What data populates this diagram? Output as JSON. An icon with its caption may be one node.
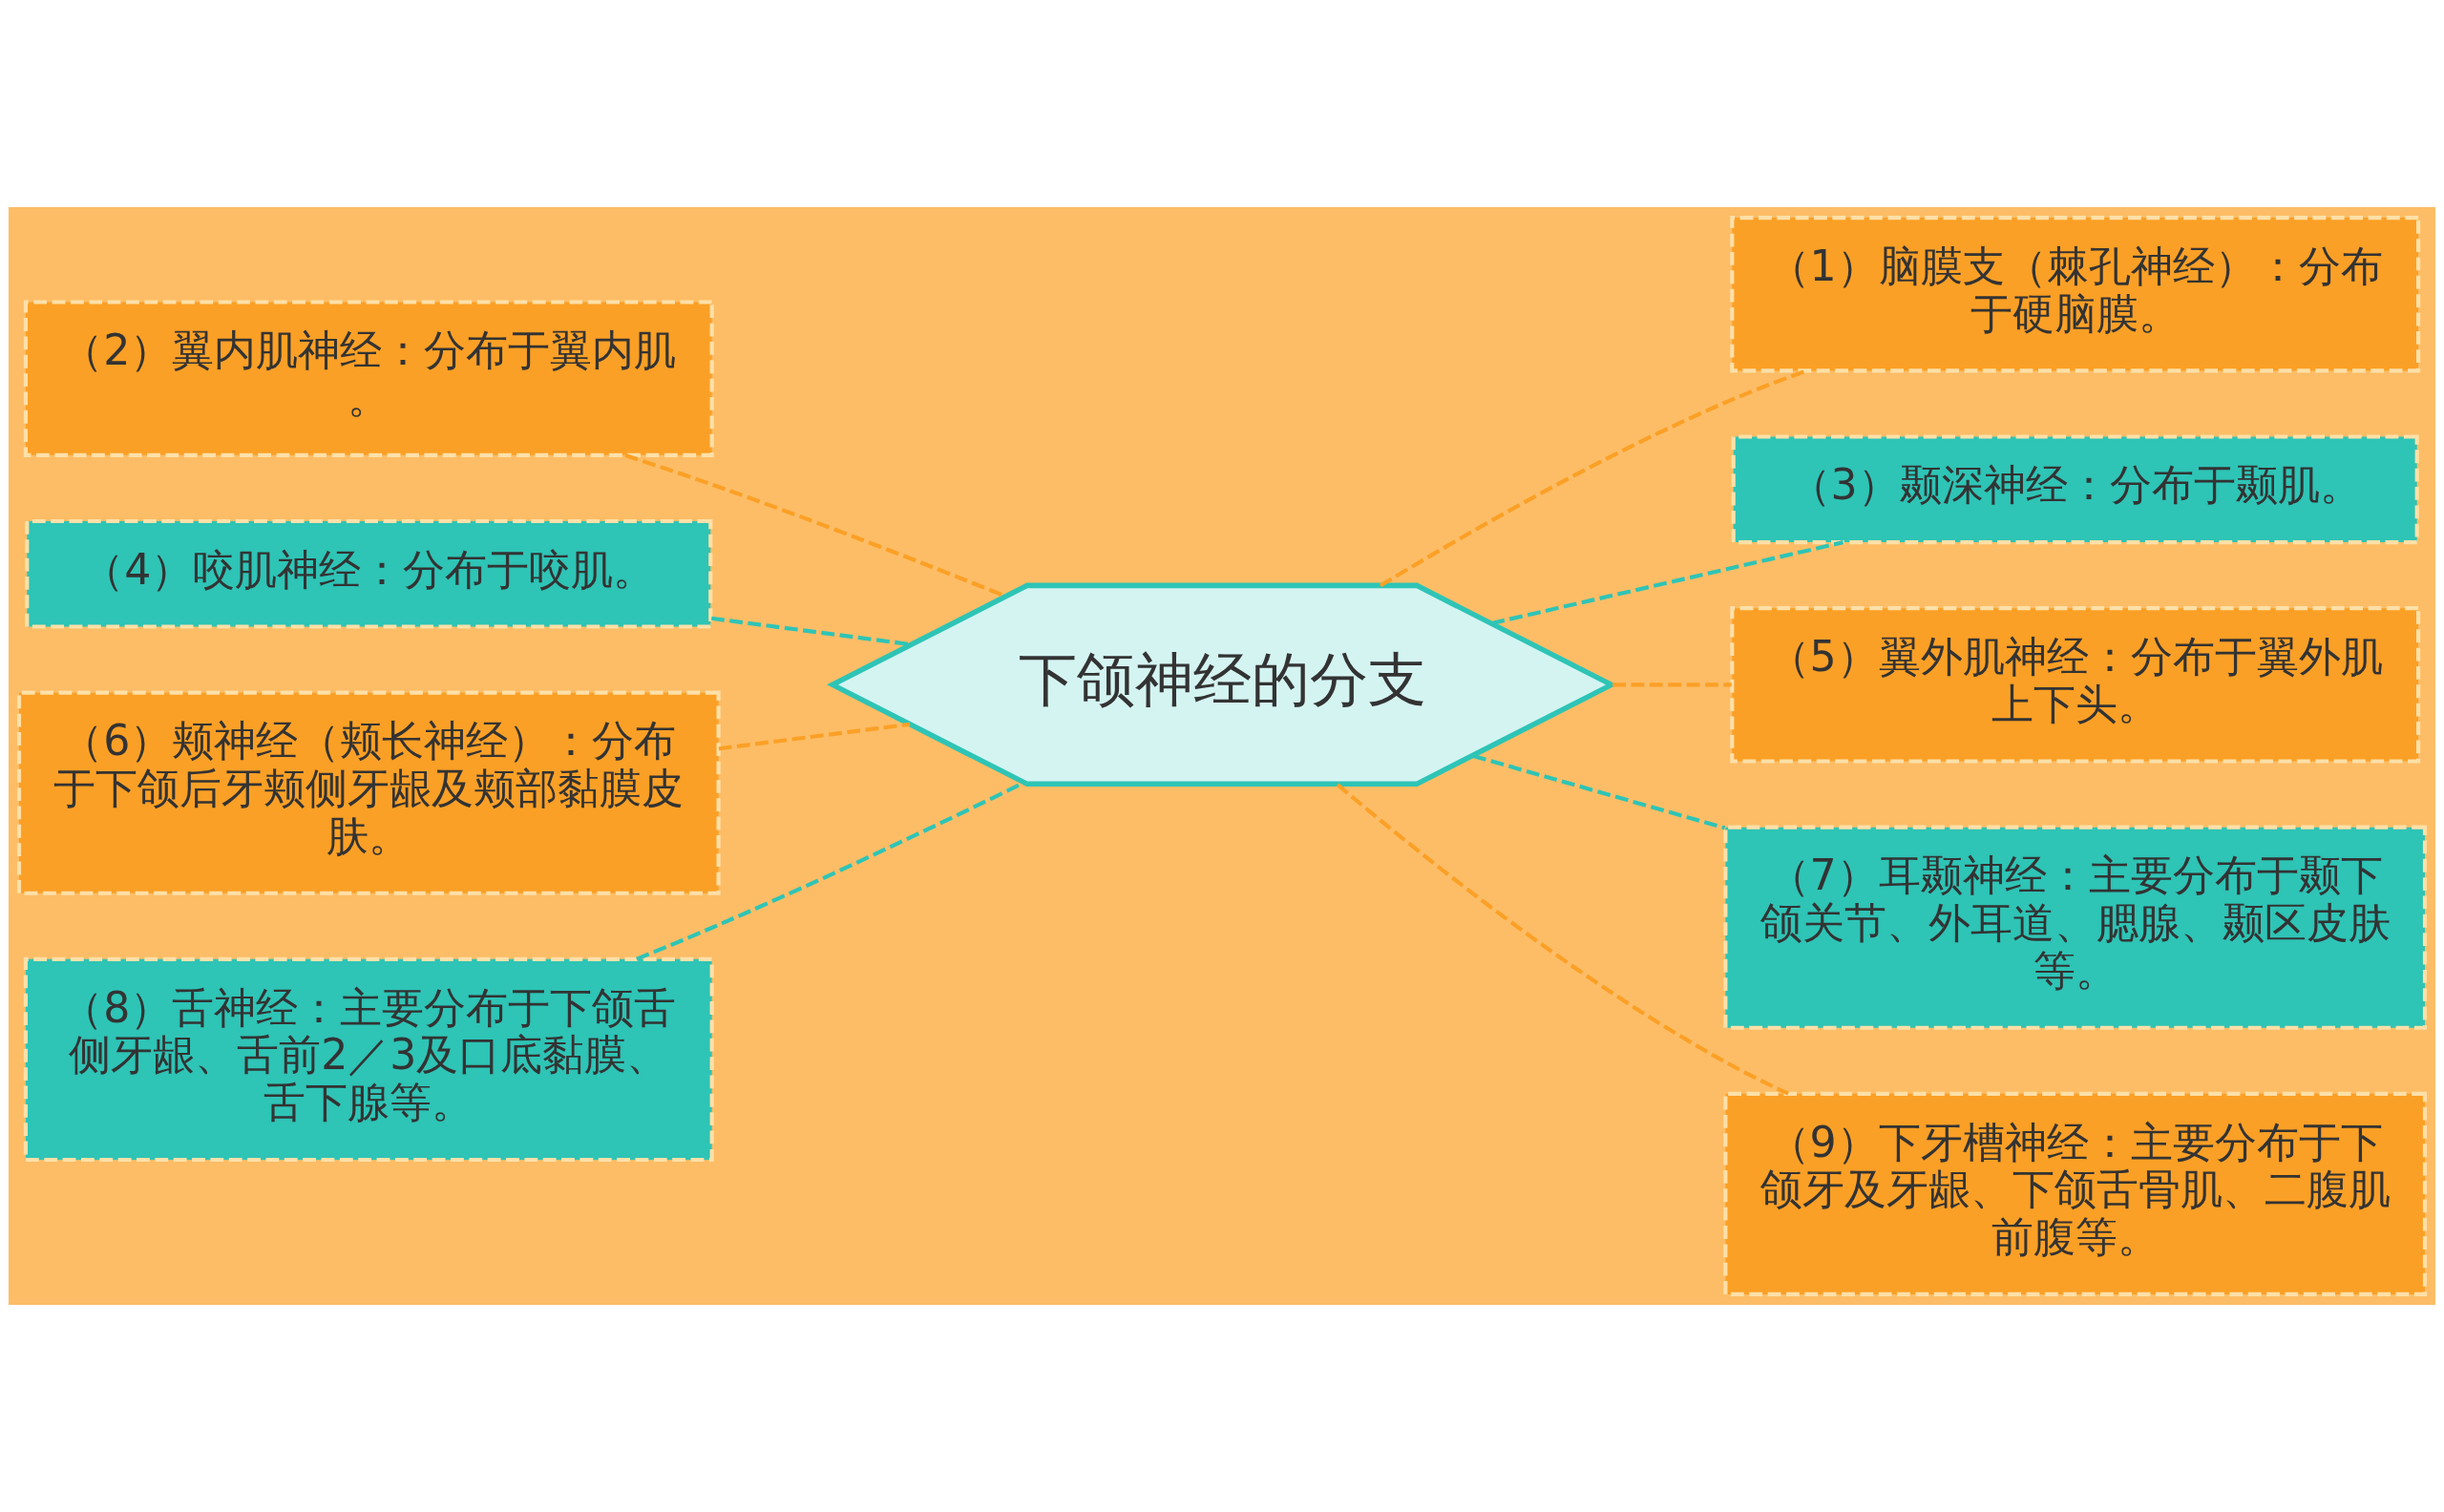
{
  "diagram": {
    "nodes": [
      {
        "text": [
          "下颌神经的分支"
        ]
      },
      {
        "text": [
          "（1）脑膜支（棘孔神经）：分布于硬脑膜。"
        ]
      },
      {
        "text": [
          "（2）翼内肌神经：分布于翼内肌。"
        ]
      },
      {
        "text": [
          "（3）颞深神经：分布于颞肌。"
        ]
      },
      {
        "text": [
          "（4）咬肌神经：分布于咬肌。"
        ]
      },
      {
        "text": [
          "（5）翼外肌神经：分布于翼外肌上下头。"
        ]
      },
      {
        "text": [
          "（6）颊神经（颊长神经）：分布于下颌后牙颊侧牙龈及颊部黏膜皮肤。"
        ]
      },
      {
        "text": [
          "（7）耳颞神经：主要分布于颞下颌关节、外耳道、腮腺、颞区皮肤等。"
        ]
      },
      {
        "text": [
          "（8）舌神经：主要分布于下颌舌侧牙龈、舌前2／3及口底黏膜、舌下腺等。"
        ]
      },
      {
        "text": [
          "（9）下牙槽神经：主要分布于下颌牙及牙龈、下颌舌骨肌、二腹肌前腹等。"
        ]
      }
    ],
    "edges": [
      {
        "from": 0,
        "to": 1,
        "arrow": "none",
        "style": "dashed"
      },
      {
        "from": 0,
        "to": 2,
        "arrow": "none",
        "style": "dashed"
      },
      {
        "from": 0,
        "to": 3,
        "arrow": "none",
        "style": "dashed",
        "color": "#2ec4b6"
      },
      {
        "from": 0,
        "to": 4,
        "arrow": "none",
        "style": "dashed",
        "color": "#2ec4b6"
      },
      {
        "from": 0,
        "to": 5,
        "arrow": "none",
        "style": "dashed"
      },
      {
        "from": 0,
        "to": 6,
        "arrow": "none",
        "style": "dashed"
      },
      {
        "from": 0,
        "to": 7,
        "arrow": "none",
        "style": "dashed",
        "color": "#2ec4b6"
      },
      {
        "from": 0,
        "to": 8,
        "arrow": "none",
        "style": "dashed",
        "color": "#2ec4b6"
      },
      {
        "from": 0,
        "to": 9,
        "arrow": "none",
        "style": "dashed"
      }
    ]
  }
}
